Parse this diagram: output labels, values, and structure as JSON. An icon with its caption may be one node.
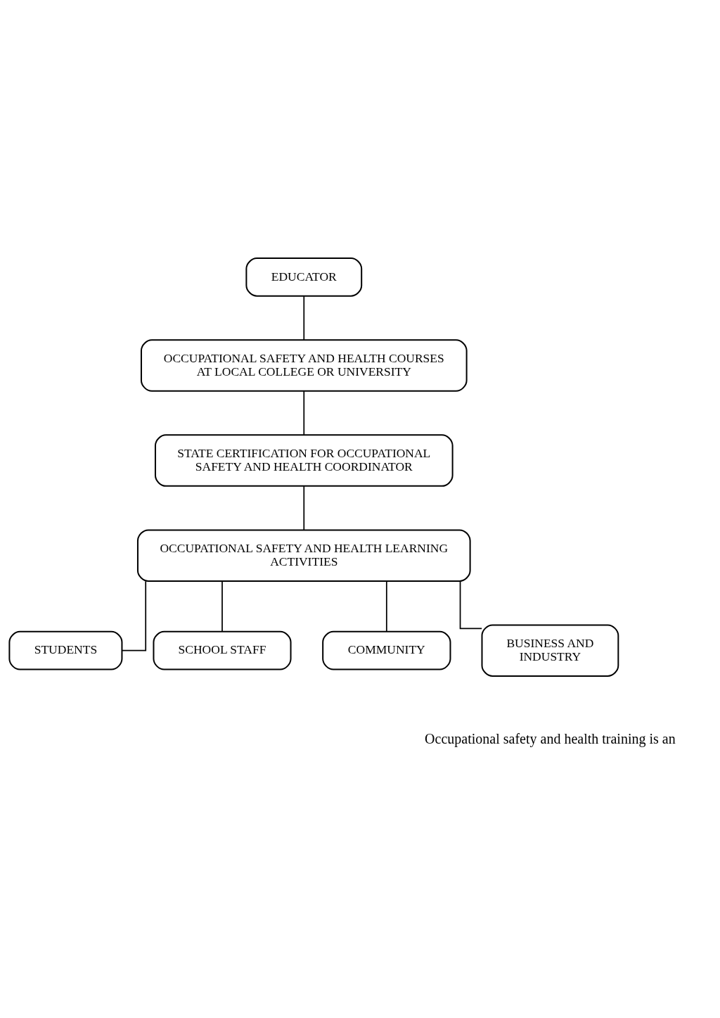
{
  "diagram": {
    "nodes": [
      {
        "text": [
          "EDUCATOR"
        ]
      },
      {
        "text": [
          "OCCUPATIONAL SAFETY AND HEALTH COURSES AT LOCAL COLLEGE OR UNIVERSITY"
        ]
      },
      {
        "text": [
          "STATE CERTIFICATION FOR OCCUPATIONAL SAFETY AND HEALTH COORDINATOR"
        ]
      },
      {
        "text": [
          "OCCUPATIONAL SAFETY AND HEALTH LEARNING ACTIVITIES"
        ]
      },
      {
        "text": [
          "STUDENTS"
        ]
      },
      {
        "text": [
          "SCHOOL STAFF"
        ]
      },
      {
        "text": [
          "COMMUNITY"
        ]
      },
      {
        "text": [
          "BUSINESS AND INDUSTRY"
        ]
      }
    ],
    "edges": [
      {
        "from": 0,
        "to": 1,
        "arrow": "none"
      },
      {
        "from": 1,
        "to": 2,
        "arrow": "none"
      },
      {
        "from": 2,
        "to": 3,
        "arrow": "none"
      },
      {
        "from": 3,
        "to": 4,
        "arrow": "none"
      },
      {
        "from": 3,
        "to": 5,
        "arrow": "none"
      },
      {
        "from": 3,
        "to": 6,
        "arrow": "none"
      },
      {
        "from": 3,
        "to": 7,
        "arrow": "none"
      }
    ],
    "labels": [
      "Occupational safety and health training is an"
    ]
  }
}
